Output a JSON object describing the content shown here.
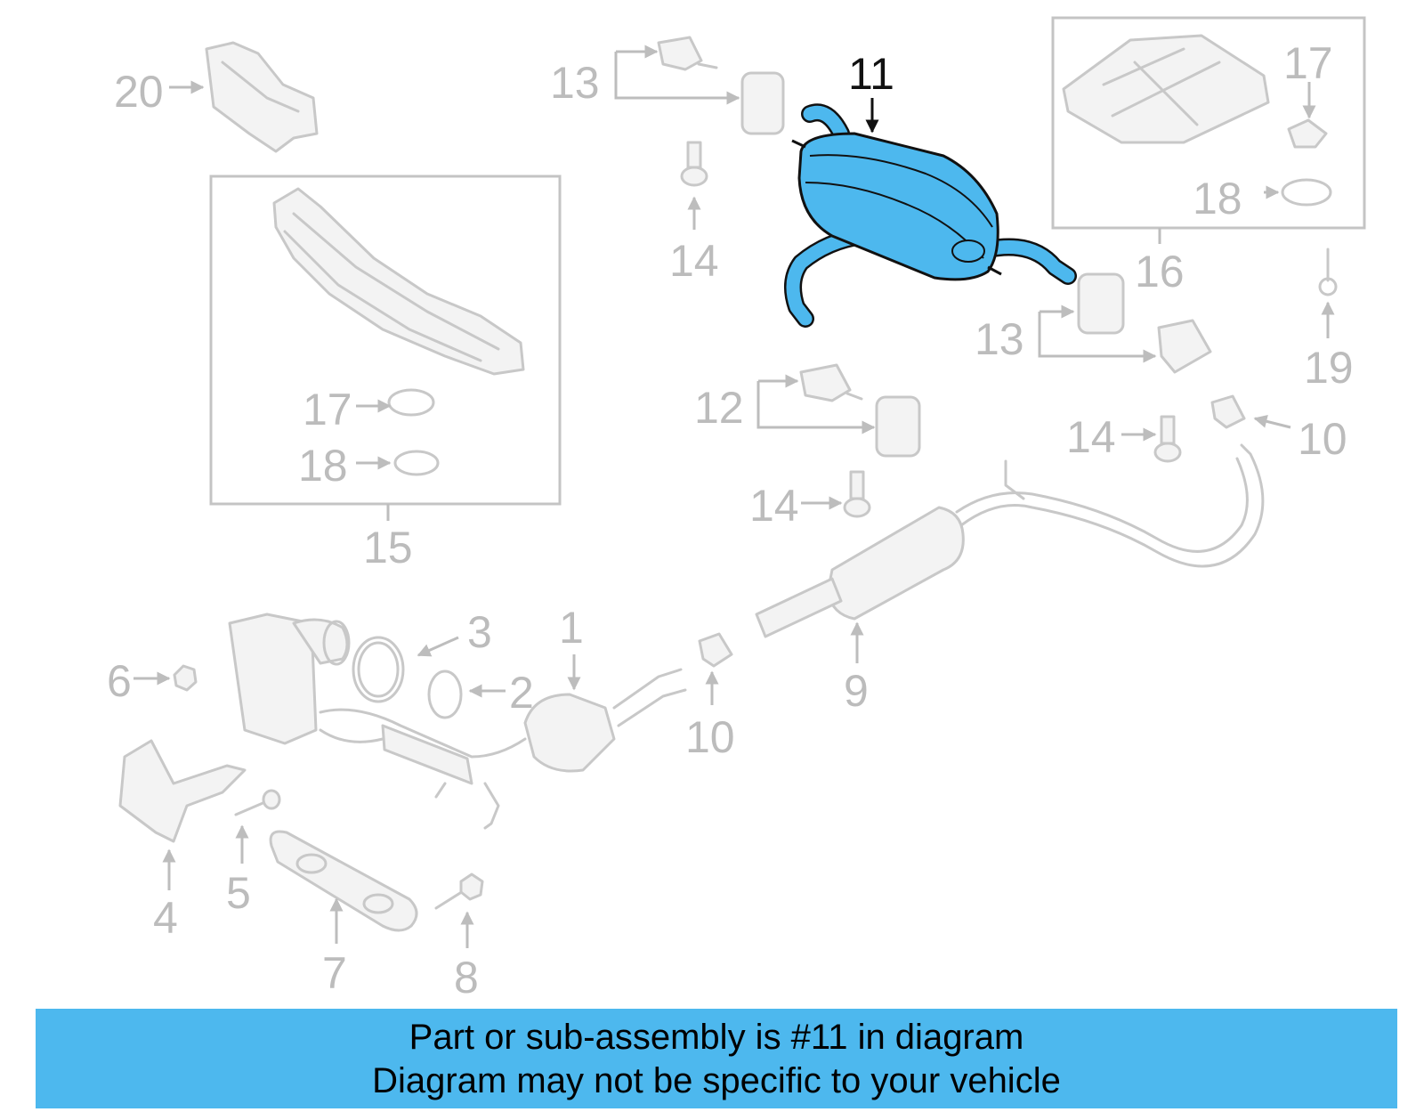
{
  "banner": {
    "line1": "Part or sub-assembly is #11 in diagram",
    "line2": "Diagram may not be specific to your vehicle"
  },
  "highlighted_part": "11",
  "callouts": {
    "c1": "1",
    "c2": "2",
    "c3": "3",
    "c4": "4",
    "c5": "5",
    "c6": "6",
    "c7": "7",
    "c8": "8",
    "c9": "9",
    "c10a": "10",
    "c10b": "10",
    "c11": "11",
    "c12": "12",
    "c13a": "13",
    "c13b": "13",
    "c14a": "14",
    "c14b": "14",
    "c14c": "14",
    "c15": "15",
    "c16": "16",
    "c17a": "17",
    "c17b": "17",
    "c18a": "18",
    "c18b": "18",
    "c19": "19",
    "c20": "20"
  },
  "colors": {
    "highlight": "#4db8ee",
    "ghost": "#c8c8c8",
    "banner": "#4db8ee"
  }
}
